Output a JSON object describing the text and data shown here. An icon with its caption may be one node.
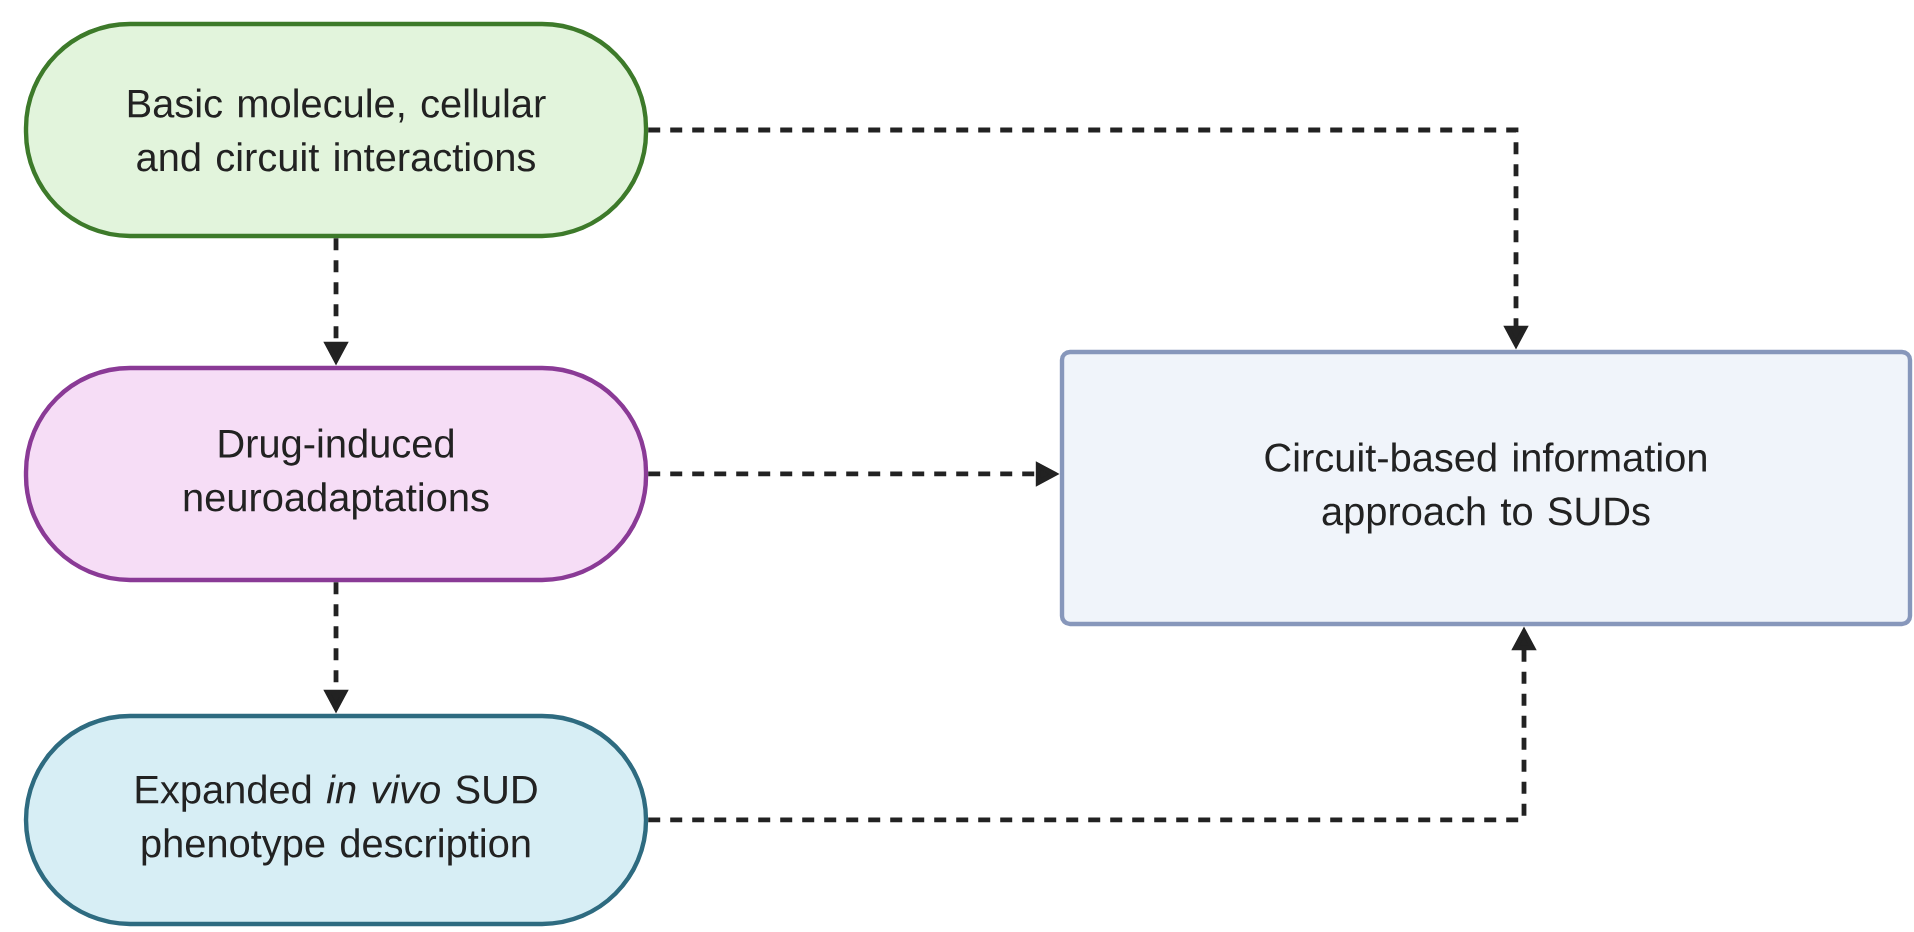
{
  "diagram": {
    "nodes": [
      {
        "text": [
          "Basic molecule, cellular and circuit interactions"
        ]
      },
      {
        "text": [
          "Drug-induced neuroadaptations"
        ]
      },
      {
        "text": [
          "Expanded *in vivo* SUD phenotype description"
        ]
      },
      {
        "text": [
          "Circuit-based information approach to SUDs"
        ]
      }
    ],
    "edges": [
      {
        "from": 0,
        "to": 3,
        "arrow": "to",
        "style": "dashed"
      },
      {
        "from": 0,
        "to": 1,
        "arrow": "to",
        "style": "dashed"
      },
      {
        "from": 1,
        "to": 3,
        "arrow": "to",
        "style": "dashed"
      },
      {
        "from": 1,
        "to": 2,
        "arrow": "to",
        "style": "dashed"
      },
      {
        "from": 2,
        "to": 3,
        "arrow": "to",
        "style": "dashed"
      }
    ]
  }
}
